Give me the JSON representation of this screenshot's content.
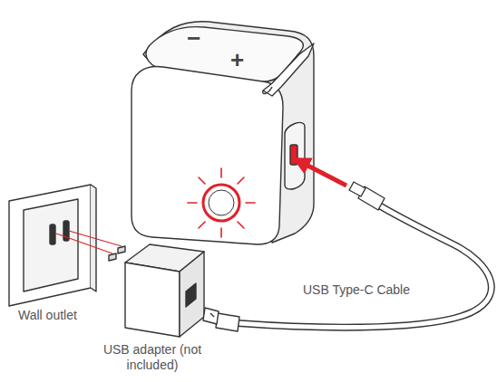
{
  "diagram": {
    "labels": [
      "−",
      "+",
      "Wall outlet",
      "USB adapter (not included)",
      "USB Type-C Cable"
    ]
  }
}
